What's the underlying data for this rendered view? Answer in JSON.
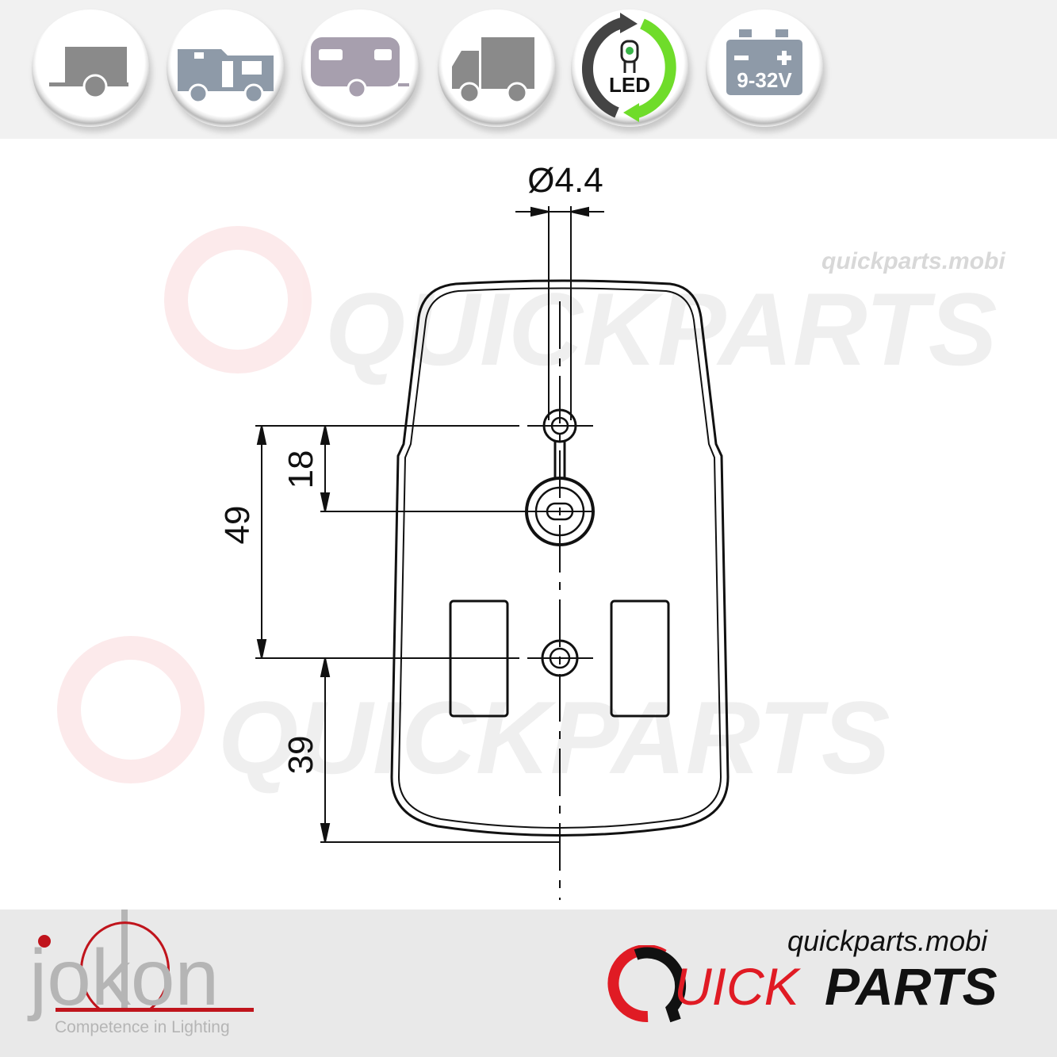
{
  "header": {
    "icons": [
      {
        "name": "trailer-icon",
        "color": "#8a8a8a"
      },
      {
        "name": "motorhome-icon",
        "color": "#8e9aa8"
      },
      {
        "name": "caravan-icon",
        "color": "#a79fae"
      },
      {
        "name": "truck-icon",
        "color": "#8a8a8a"
      },
      {
        "name": "led-icon",
        "label": "LED",
        "colors": [
          "#444444",
          "#6fdc2a"
        ]
      },
      {
        "name": "battery-icon",
        "label": "9-32V",
        "color": "#8e9aa8"
      }
    ]
  },
  "drawing": {
    "diameter_label": "Ø4.4",
    "dim_49": "49",
    "dim_18": "18",
    "dim_39": "39",
    "watermark_url": "quickparts.mobi",
    "watermark_logo": "QUICKPARTS"
  },
  "footer": {
    "jokon_logo": "jokon",
    "jokon_tagline": "Competence in Lighting",
    "quickparts_url": "quickparts.mobi",
    "quickparts_logo_red": "UICK",
    "quickparts_logo_black": "PARTS",
    "colors": {
      "red": "#e01b24",
      "black": "#111111",
      "gray": "#b5b5b5"
    }
  }
}
